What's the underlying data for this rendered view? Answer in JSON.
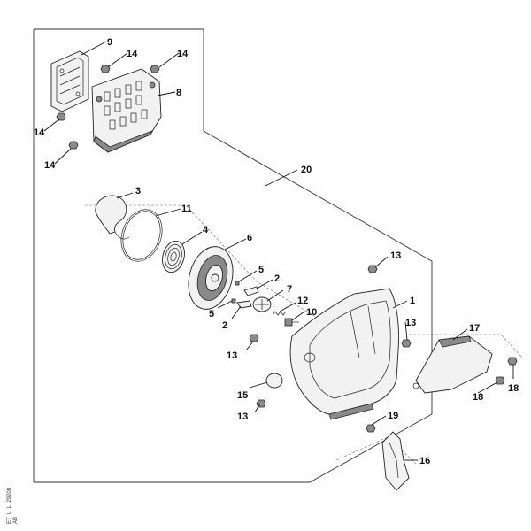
{
  "diagram": {
    "labels": {
      "l1": "1",
      "l2a": "2",
      "l2b": "2",
      "l3": "3",
      "l4": "4",
      "l5a": "5",
      "l5b": "5",
      "l6": "6",
      "l7": "7",
      "l8": "8",
      "l9": "9",
      "l10": "10",
      "l11": "11",
      "l12": "12",
      "l13a": "13",
      "l13b": "13",
      "l13c": "13",
      "l13d": "13",
      "l14a": "14",
      "l14b": "14",
      "l14c": "14",
      "l14d": "14",
      "l15": "15",
      "l16": "16",
      "l17": "17",
      "l18a": "18",
      "l18b": "18",
      "l19": "19",
      "l20": "20"
    },
    "doc_ref_line1": "ET_L_L_29208",
    "doc_ref_line2": "AB"
  }
}
